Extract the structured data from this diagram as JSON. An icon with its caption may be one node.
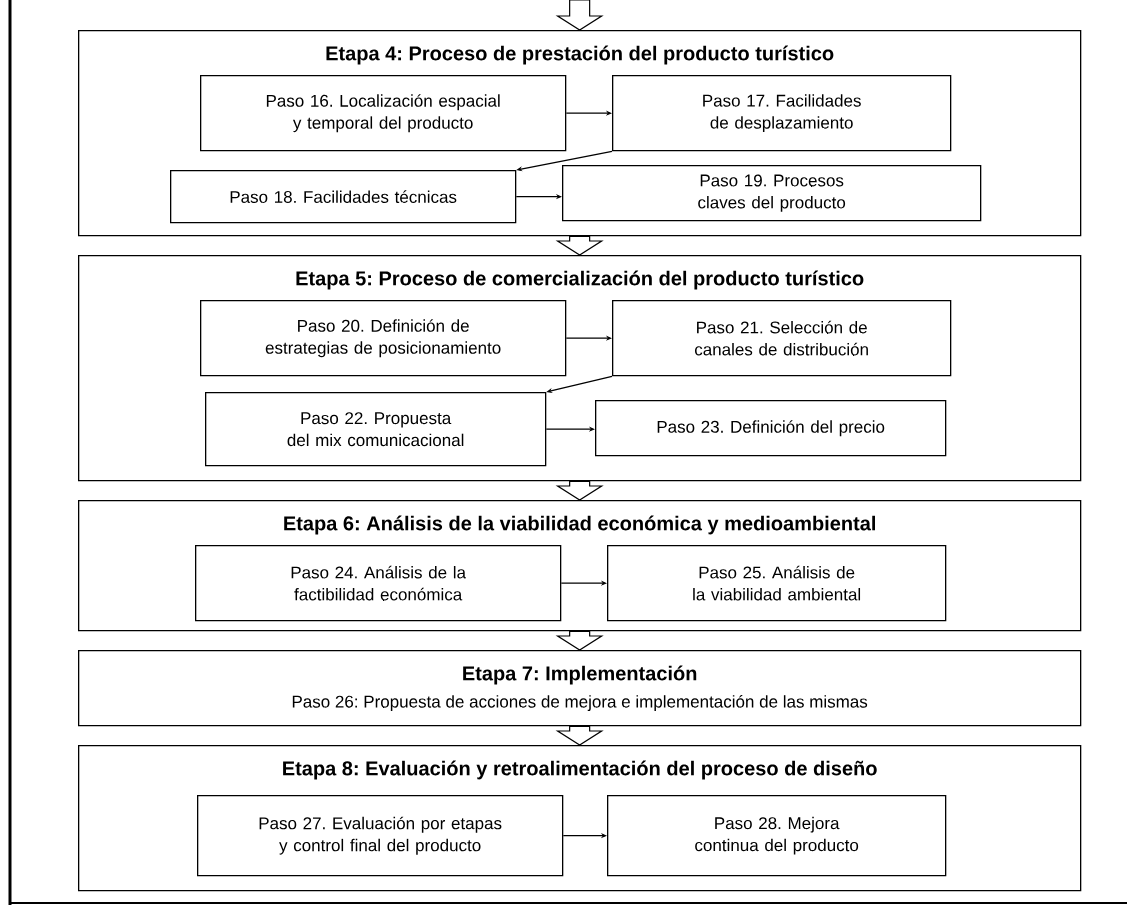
{
  "diagram": {
    "nodes": [
      {
        "text": [
          "Etapa 4: Proceso de prestación del producto turístico"
        ]
      },
      {
        "text": [
          "Paso 16. Localización espacial y temporal del producto"
        ],
        "in": 0
      },
      {
        "text": [
          "Paso 17. Facilidades de desplazamiento"
        ],
        "in": 0
      },
      {
        "text": [
          "Paso 18. Facilidades técnicas"
        ],
        "in": 0
      },
      {
        "text": [
          "Paso 19. Procesos claves del producto"
        ],
        "in": 0
      },
      {
        "text": [
          "Etapa 5: Proceso de comercialización del producto turístico"
        ]
      },
      {
        "text": [
          "Paso 20. Definición de estrategias de posicionamiento"
        ],
        "in": 5
      },
      {
        "text": [
          "Paso 21. Selección de canales de distribución"
        ],
        "in": 5
      },
      {
        "text": [
          "Paso 22. Propuesta del mix comunicacional"
        ],
        "in": 5
      },
      {
        "text": [
          "Paso 23. Definición del precio"
        ],
        "in": 5
      },
      {
        "text": [
          "Etapa 6: Análisis de la viabilidad económica y medioambiental"
        ]
      },
      {
        "text": [
          "Paso 24. Análisis de la factibilidad económica"
        ],
        "in": 10
      },
      {
        "text": [
          "Paso 25. Análisis de la viabilidad ambiental"
        ],
        "in": 10
      },
      {
        "text": [
          "Etapa 7: Implementación",
          "Paso 26: Propuesta de acciones de mejora e implementación de las mismas"
        ]
      },
      {
        "text": [
          "Etapa 8: Evaluación y retroalimentación del proceso de diseño"
        ]
      },
      {
        "text": [
          "Paso 27. Evaluación por etapas y control final del producto"
        ],
        "in": 14
      },
      {
        "text": [
          "Paso 28. Mejora continua del producto"
        ],
        "in": 14
      }
    ],
    "edges": [
      {
        "from": null,
        "to": 0,
        "arrow": "to",
        "style": "thick"
      },
      {
        "from": 1,
        "to": 2,
        "arrow": "to"
      },
      {
        "from": 2,
        "to": 3,
        "arrow": "to"
      },
      {
        "from": 3,
        "to": 4,
        "arrow": "to"
      },
      {
        "from": 0,
        "to": 5,
        "arrow": "to",
        "style": "thick"
      },
      {
        "from": 6,
        "to": 7,
        "arrow": "to"
      },
      {
        "from": 7,
        "to": 8,
        "arrow": "to"
      },
      {
        "from": 8,
        "to": 9,
        "arrow": "to"
      },
      {
        "from": 5,
        "to": 10,
        "arrow": "to",
        "style": "thick"
      },
      {
        "from": 11,
        "to": 12,
        "arrow": "to"
      },
      {
        "from": 10,
        "to": 13,
        "arrow": "to",
        "style": "thick"
      },
      {
        "from": 13,
        "to": 14,
        "arrow": "to",
        "style": "thick"
      },
      {
        "from": 15,
        "to": 16,
        "arrow": "to"
      }
    ]
  }
}
